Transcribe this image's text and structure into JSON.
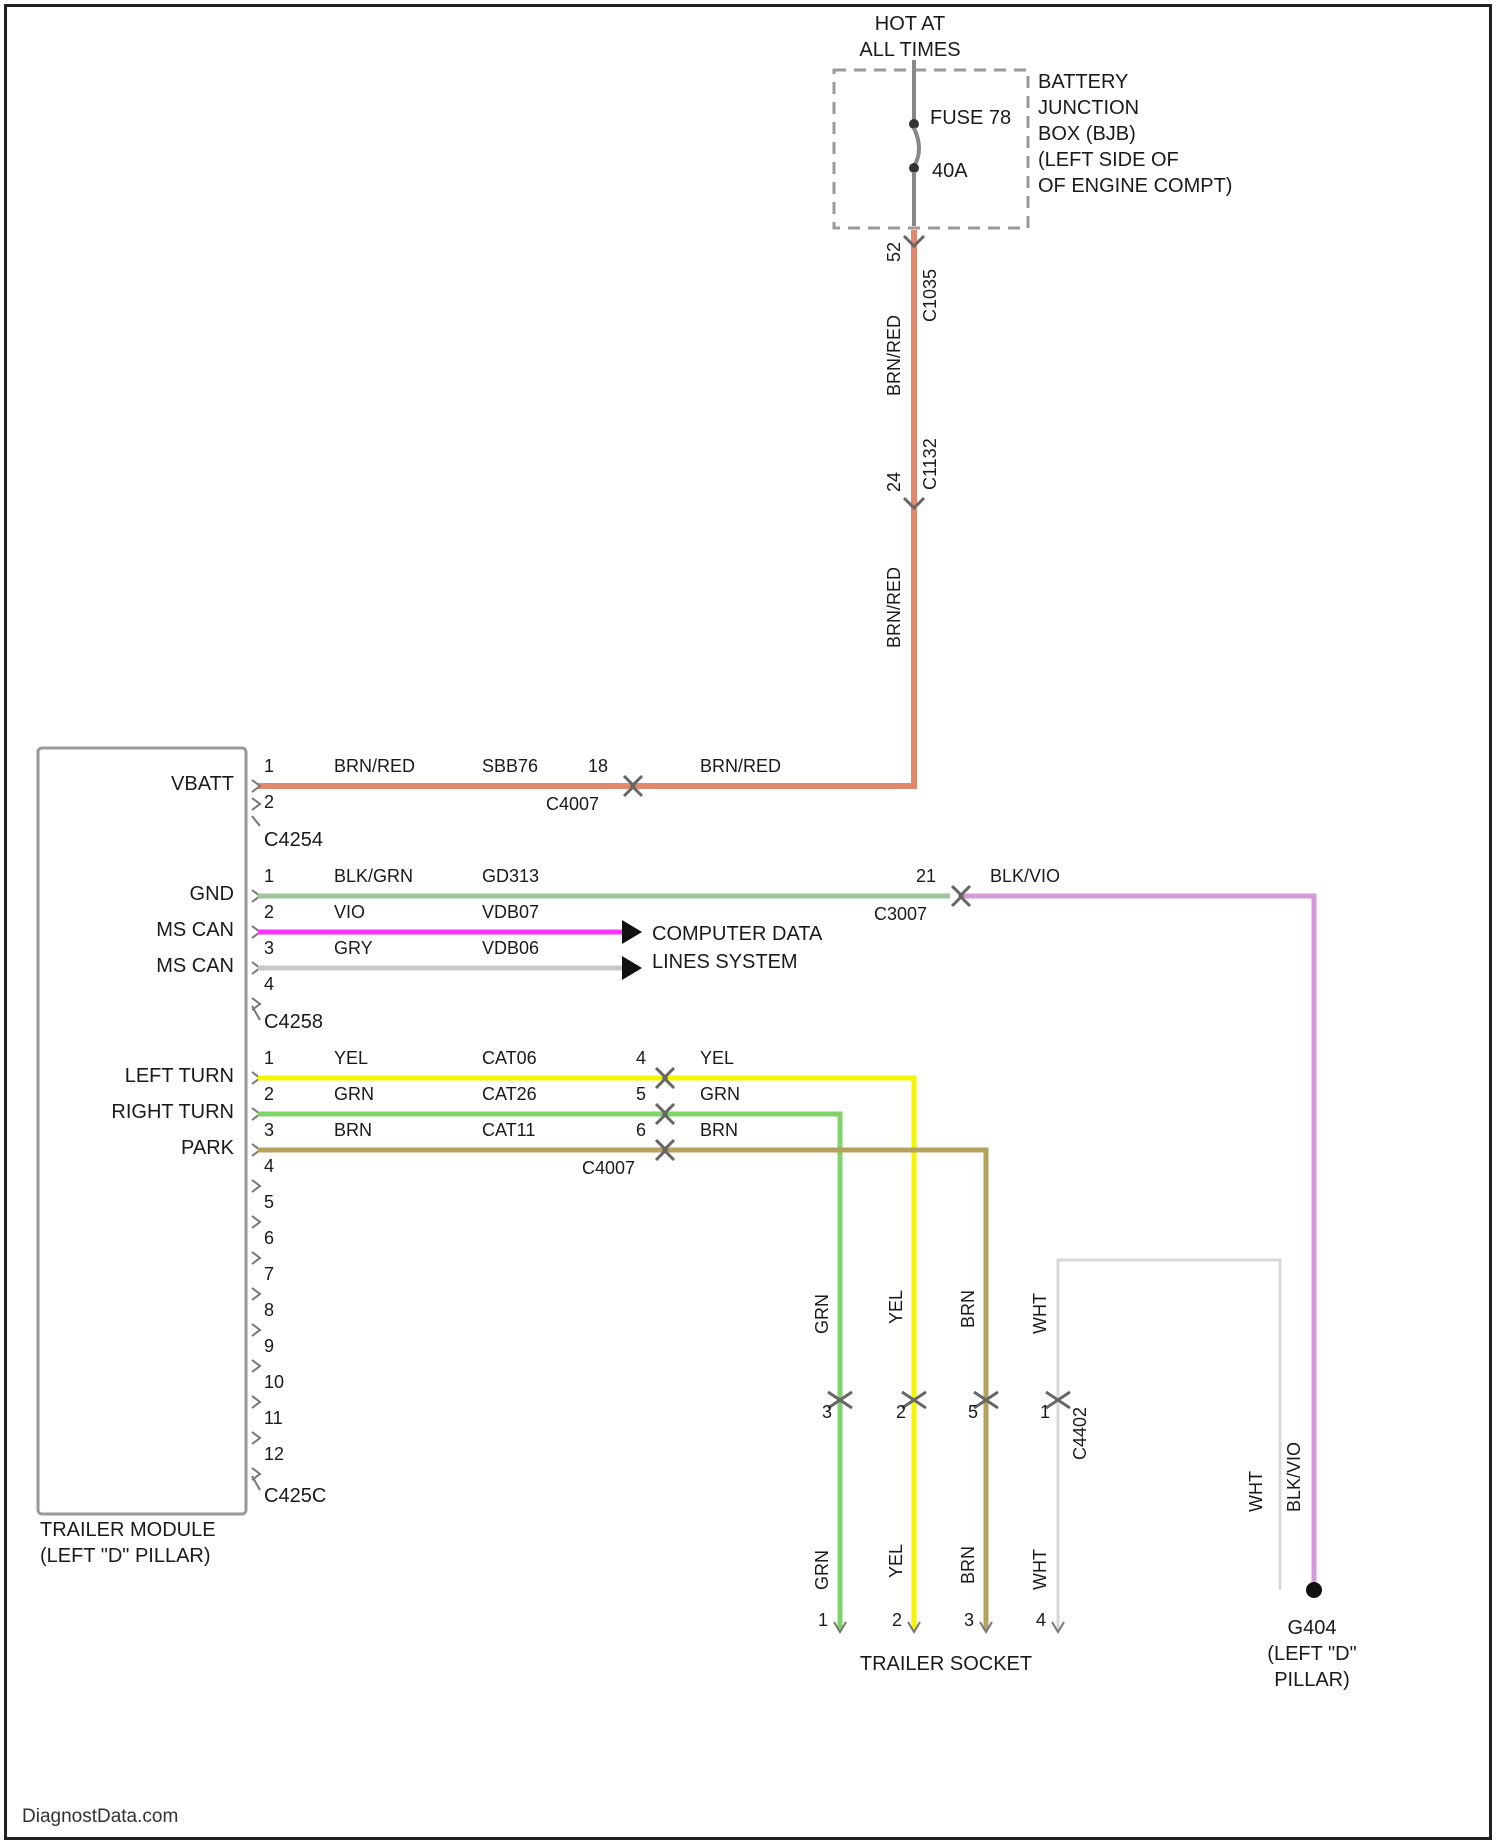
{
  "title": "",
  "colors": {
    "brn_red": "#e2896d",
    "blk_grn": "#9cc79a",
    "blk_vio": "#d79ad9",
    "vio": "#ff33ff",
    "gry": "#c8c8c8",
    "yel": "#f5f500",
    "grn": "#7fd36a",
    "brn": "#b4a25e",
    "wht": "#d8d8d8",
    "box": "#9a9a9a"
  },
  "power": {
    "hot": [
      "HOT AT",
      "ALL TIMES"
    ],
    "fuse": "FUSE 78",
    "amp": "40A",
    "bjb": [
      "BATTERY",
      "JUNCTION",
      "BOX (BJB)",
      "(LEFT SIDE OF",
      "OF ENGINE COMPT)"
    ],
    "pin_top": "52",
    "conn_top": "C1035",
    "wire_upper": "BRN/RED",
    "pin_mid": "24",
    "conn_mid": "C1132",
    "wire_lower": "BRN/RED"
  },
  "module": {
    "name": [
      "TRAILER MODULE",
      "(LEFT \"D\" PILLAR)"
    ],
    "pins_a": [
      "VBATT",
      ""
    ],
    "conn_a": "C4254",
    "pins_b": [
      "GND",
      "MS CAN",
      "MS CAN",
      ""
    ],
    "conn_b": "C4258",
    "pins_c": [
      "LEFT TURN",
      "RIGHT TURN",
      "PARK"
    ],
    "conn_c": "C425C"
  },
  "wires": {
    "vbatt": {
      "pin": "1",
      "color": "BRN/RED",
      "circuit": "SBB76",
      "cpin": "18",
      "conn": "C4007",
      "color2": "BRN/RED"
    },
    "pin2a": "2",
    "gnd": {
      "pin": "1",
      "color": "BLK/GRN",
      "circuit": "GD313",
      "cpin": "21",
      "conn": "C3007",
      "color2": "BLK/VIO"
    },
    "mscan1": {
      "pin": "2",
      "color": "VIO",
      "circuit": "VDB07"
    },
    "mscan2": {
      "pin": "3",
      "color": "GRY",
      "circuit": "VDB06"
    },
    "pin4b": "4",
    "cds": [
      "COMPUTER DATA",
      "LINES SYSTEM"
    ],
    "left": {
      "pin": "1",
      "color": "YEL",
      "circuit": "CAT06",
      "cpin": "4",
      "color2": "YEL"
    },
    "right": {
      "pin": "2",
      "color": "GRN",
      "circuit": "CAT26",
      "cpin": "5",
      "color2": "GRN"
    },
    "park": {
      "pin": "3",
      "color": "BRN",
      "circuit": "CAT11",
      "cpin": "6",
      "color2": "BRN"
    },
    "conn_c": "C4007",
    "extra_pins": [
      "4",
      "5",
      "6",
      "7",
      "8",
      "9",
      "10",
      "11",
      "12"
    ]
  },
  "socket": {
    "name": "TRAILER SOCKET",
    "conn": "C4402",
    "upper": [
      "GRN",
      "YEL",
      "BRN",
      "WHT"
    ],
    "lower": [
      "GRN",
      "YEL",
      "BRN",
      "WHT"
    ],
    "pins_top": [
      "3",
      "2",
      "5",
      "1"
    ],
    "pins_bot": [
      "1",
      "2",
      "3",
      "4"
    ]
  },
  "ground": {
    "id": "G404",
    "loc": [
      "(LEFT \"D\"",
      "PILLAR)"
    ],
    "wire_a": "WHT",
    "wire_b": "BLK/VIO"
  },
  "watermark": "DiagnostData.com"
}
